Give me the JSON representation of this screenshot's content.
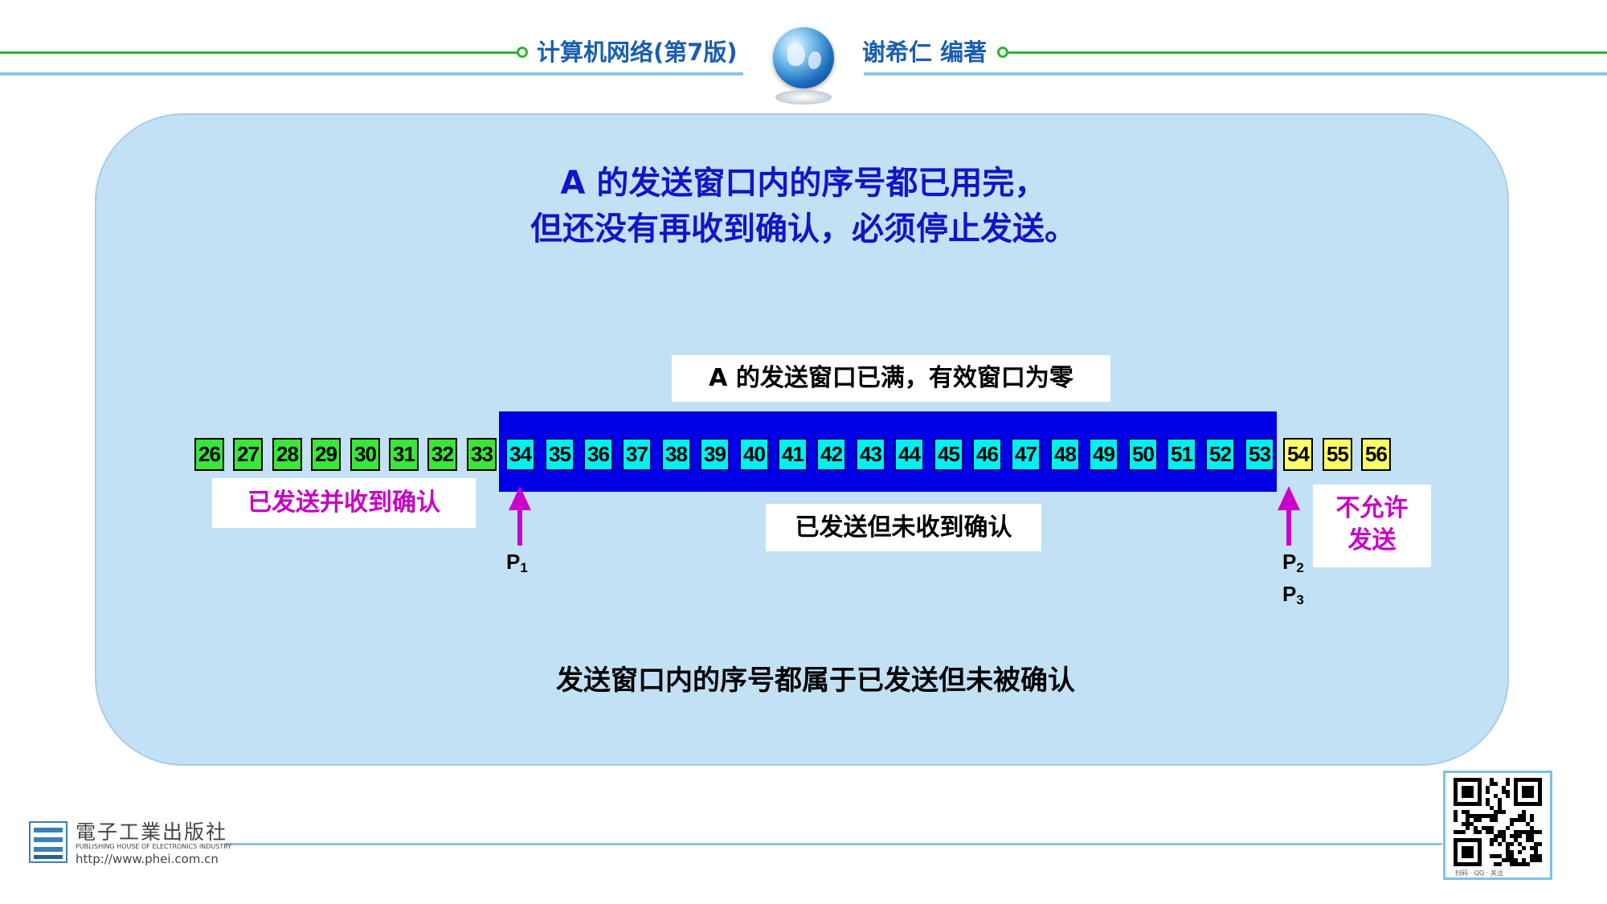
{
  "header": {
    "book_title": "计算机网络(第7版)",
    "author": "谢希仁 编著",
    "line_color_green": "#2db52d",
    "line_color_blue": "#8cc4e8"
  },
  "panel": {
    "title_lines": [
      "A 的发送窗口内的序号都已用完，",
      "但还没有再收到确认，必须停止发送。"
    ],
    "window_label": "A 的发送窗口已满，有效窗口为零",
    "sent_acked_label": "已发送并收到确认",
    "sent_unacked_label": "已发送但未收到确认",
    "not_allowed_label_lines": [
      "不允许",
      "发送"
    ],
    "bottom_note": "发送窗口内的序号都属于已发送但未被确认",
    "colors": {
      "panel": "#c3e1f5",
      "title": "#1414c8",
      "window": "#0000e6",
      "acked": "#39e639",
      "unacked": "#00f0f0",
      "not_allowed": "#ffff66",
      "arrow": "#cc00cc"
    }
  },
  "sequence": {
    "acked": [
      "26",
      "27",
      "28",
      "29",
      "30",
      "31",
      "32",
      "33"
    ],
    "unacked": [
      "34",
      "35",
      "36",
      "37",
      "38",
      "39",
      "40",
      "41",
      "42",
      "43",
      "44",
      "45",
      "46",
      "47",
      "48",
      "49",
      "50",
      "51",
      "52",
      "53"
    ],
    "not_allowed": [
      "54",
      "55",
      "56"
    ]
  },
  "pointers": {
    "p1": {
      "letter": "P",
      "sub": "1"
    },
    "p2": {
      "letter": "P",
      "sub": "2"
    },
    "p3": {
      "letter": "P",
      "sub": "3"
    }
  },
  "footer": {
    "publisher_cn": "電子工業出版社",
    "publisher_en": "PUBLISHING HOUSE OF ELECTRONICS INDUSTRY",
    "publisher_url": "http://www.phei.com.cn",
    "qr_caption": "扫码 · QQ · 关注",
    "icons": [
      "publisher-logo-icon",
      "qr-code-icon",
      "globe-icon"
    ]
  }
}
